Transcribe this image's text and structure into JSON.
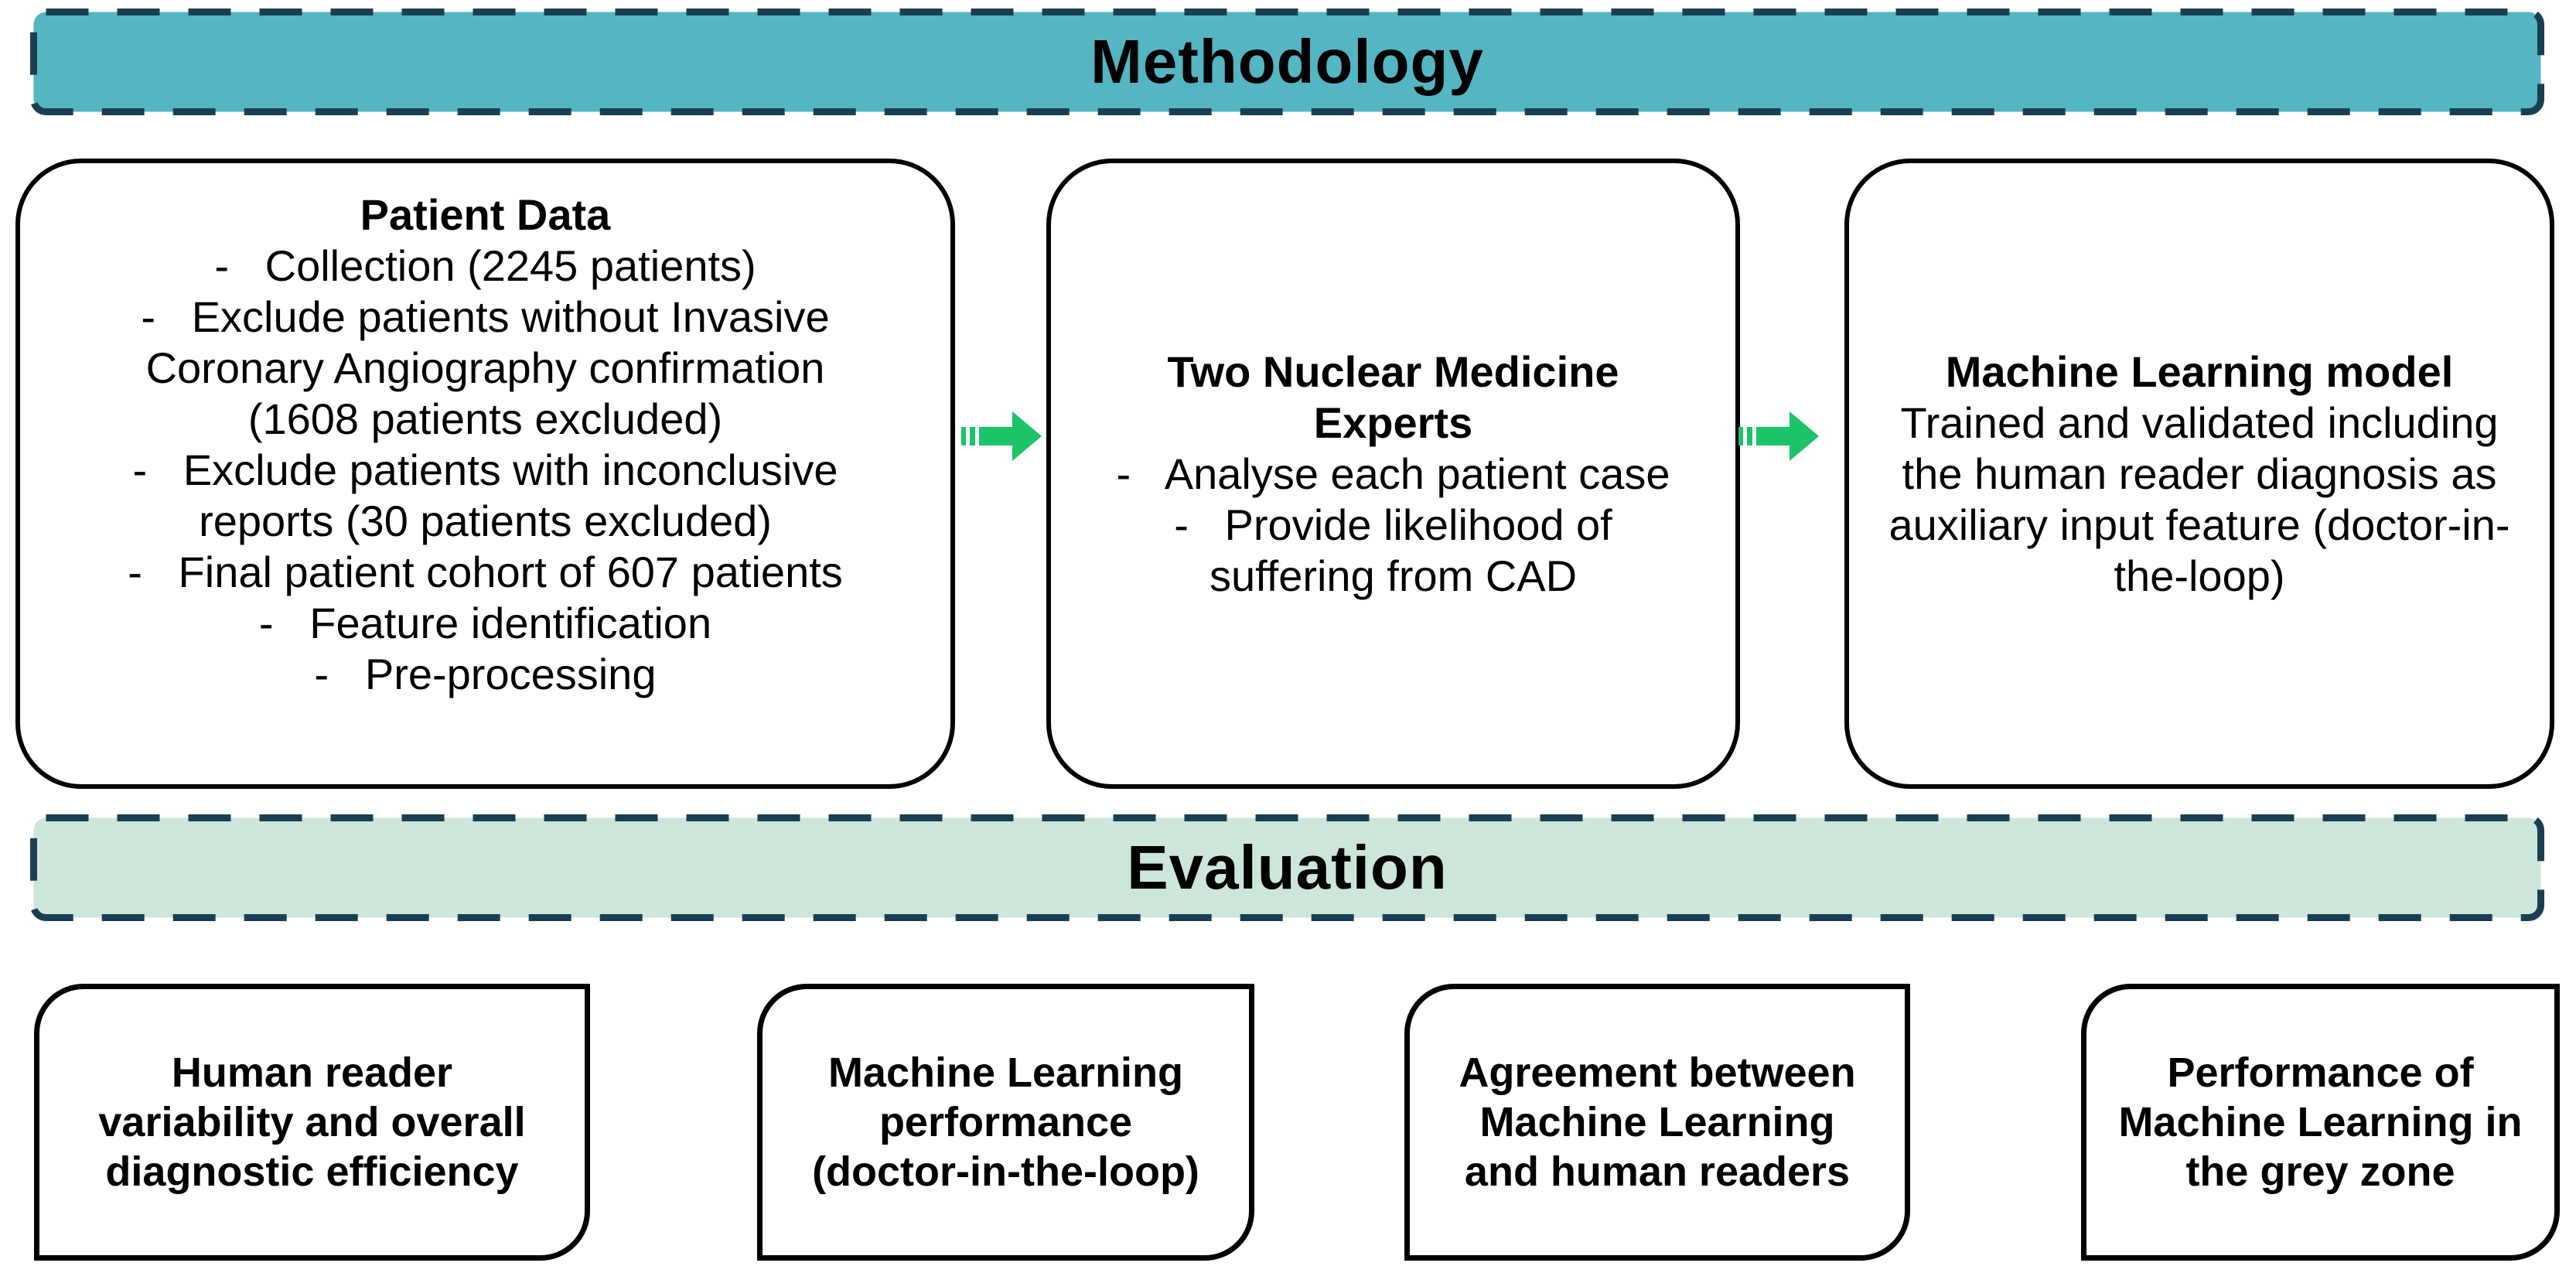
{
  "banners": {
    "methodology": "Methodology",
    "evaluation": "Evaluation"
  },
  "methodology_boxes": {
    "patient_data": {
      "title": "Patient Data",
      "lines": [
        "-   Collection (2245 patients)",
        "-   Exclude patients without Invasive",
        "Coronary Angiography confirmation",
        "(1608 patients excluded)",
        "-   Exclude patients with inconclusive",
        "reports (30 patients excluded)",
        "-   Final patient cohort of 607 patients",
        "-   Feature identification",
        "-   Pre-processing"
      ]
    },
    "experts": {
      "title_line1": "Two Nuclear Medicine",
      "title_line2": "Experts",
      "lines": [
        "-   Analyse each patient case",
        "-   Provide likelihood of",
        "suffering from CAD"
      ]
    },
    "ml_model": {
      "title": "Machine Learning model",
      "lines": [
        "Trained and validated including",
        "the human reader diagnosis as",
        "auxiliary input feature (doctor-in-",
        "the-loop)"
      ]
    }
  },
  "evaluation_boxes": [
    {
      "lines": [
        "Human reader",
        "variability and overall",
        "diagnostic efficiency"
      ]
    },
    {
      "lines": [
        "Machine Learning",
        "performance",
        "(doctor-in-the-loop)"
      ]
    },
    {
      "lines": [
        "Agreement between",
        "Machine Learning",
        "and human readers"
      ]
    },
    {
      "lines": [
        "Performance of",
        "Machine Learning in",
        "the grey zone"
      ]
    }
  ],
  "icons": {
    "arrow_1": "striped-right-arrow",
    "arrow_2": "striped-right-arrow"
  },
  "colors": {
    "methodology_fill": "#54b5c3",
    "evaluation_fill": "#cde6da",
    "dashed_border": "#1b3f52",
    "arrow_green": "#1bc369",
    "box_border": "#000000",
    "text": "#000000"
  }
}
